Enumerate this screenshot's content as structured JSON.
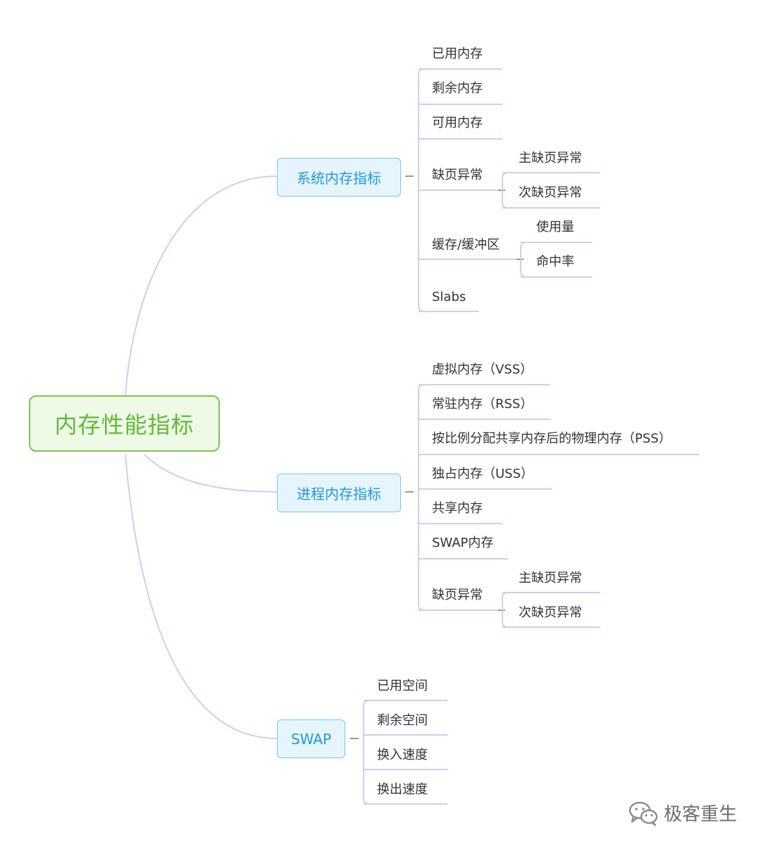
{
  "mindmap": {
    "root": "内存性能指标",
    "branches": [
      {
        "label": "系统内存指标",
        "children": [
          {
            "label": "已用内存"
          },
          {
            "label": "剩余内存"
          },
          {
            "label": "可用内存"
          },
          {
            "label": "缺页异常",
            "children": [
              {
                "label": "主缺页异常"
              },
              {
                "label": "次缺页异常"
              }
            ]
          },
          {
            "label": "缓存/缓冲区",
            "children": [
              {
                "label": "使用量"
              },
              {
                "label": "命中率"
              }
            ]
          },
          {
            "label": "Slabs"
          }
        ]
      },
      {
        "label": "进程内存指标",
        "children": [
          {
            "label": "虚拟内存（VSS）"
          },
          {
            "label": "常驻内存（RSS）"
          },
          {
            "label": "按比例分配共享内存后的物理内存（PSS）"
          },
          {
            "label": "独占内存（USS）"
          },
          {
            "label": "共享内存"
          },
          {
            "label": "SWAP内存"
          },
          {
            "label": "缺页异常",
            "children": [
              {
                "label": "主缺页异常"
              },
              {
                "label": "次缺页异常"
              }
            ]
          }
        ]
      },
      {
        "label": "SWAP",
        "children": [
          {
            "label": "已用空间"
          },
          {
            "label": "剩余空间"
          },
          {
            "label": "换入速度"
          },
          {
            "label": "换出速度"
          }
        ]
      }
    ]
  },
  "watermark": {
    "text": "极客重生",
    "icon": "wechat-icon"
  },
  "colors": {
    "root_border": "#79c653",
    "root_fill": "#eef9e6",
    "root_text": "#64b83b",
    "branch_border": "#74c7ee",
    "branch_fill": "#e6f5fd",
    "branch_text": "#1e98df",
    "connector": "#d9c9ee",
    "leaf_text": "#333333"
  }
}
